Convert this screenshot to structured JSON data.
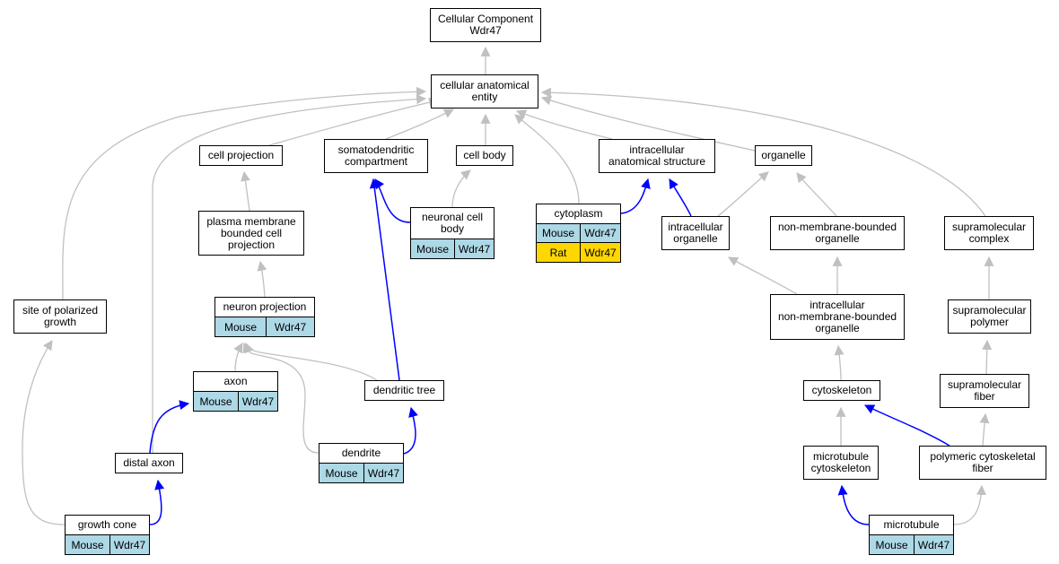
{
  "colors": {
    "gray_edge": "#c0c0c0",
    "blue_edge": "#0000ff",
    "mouse": "#add8e6",
    "rat": "#ffd700"
  },
  "nodes": {
    "root": "Cellular Component\nWdr47",
    "cae": "cellular anatomical\nentity",
    "cell_projection": "cell projection",
    "somatodendritic": "somatodendritic\ncompartment",
    "cell_body": "cell body",
    "ias": "intracellular\nanatomical structure",
    "organelle": "organelle",
    "neuronal_cell_body": "neuronal cell\nbody",
    "cytoplasm": "cytoplasm",
    "intracellular_organelle": "intracellular\norganelle",
    "nmbo": "non-membrane-bounded\norganelle",
    "supramolecular_complex": "supramolecular\ncomplex",
    "pmbcp": "plasma membrane\nbounded cell\nprojection",
    "neuron_projection": "neuron projection",
    "site_polarized": "site of polarized\ngrowth",
    "inmbo": "intracellular\nnon-membrane-bounded\norganelle",
    "supramolecular_polymer": "supramolecular\npolymer",
    "axon": "axon",
    "dendritic_tree": "dendritic tree",
    "cytoskeleton": "cytoskeleton",
    "supramolecular_fiber": "supramolecular\nfiber",
    "distal_axon": "distal axon",
    "dendrite": "dendrite",
    "microtubule_cytoskeleton": "microtubule\ncytoskeleton",
    "polymeric_cytoskeletal_fiber": "polymeric cytoskeletal\nfiber",
    "growth_cone": "growth cone",
    "microtubule": "microtubule"
  },
  "annotations": {
    "neuronal_cell_body": [
      {
        "species": "Mouse",
        "gene": "Wdr47"
      }
    ],
    "cytoplasm": [
      {
        "species": "Mouse",
        "gene": "Wdr47"
      },
      {
        "species": "Rat",
        "gene": "Wdr47"
      }
    ],
    "neuron_projection": [
      {
        "species": "Mouse",
        "gene": "Wdr47"
      }
    ],
    "axon": [
      {
        "species": "Mouse",
        "gene": "Wdr47"
      }
    ],
    "dendrite": [
      {
        "species": "Mouse",
        "gene": "Wdr47"
      }
    ],
    "growth_cone": [
      {
        "species": "Mouse",
        "gene": "Wdr47"
      }
    ],
    "microtubule": [
      {
        "species": "Mouse",
        "gene": "Wdr47"
      }
    ]
  },
  "edges": [
    {
      "from": "cae",
      "to": "root",
      "kind": "gray"
    },
    {
      "from": "cell_projection",
      "to": "cae",
      "kind": "gray"
    },
    {
      "from": "somatodendritic",
      "to": "cae",
      "kind": "gray"
    },
    {
      "from": "cell_body",
      "to": "cae",
      "kind": "gray"
    },
    {
      "from": "ias",
      "to": "cae",
      "kind": "gray"
    },
    {
      "from": "organelle",
      "to": "cae",
      "kind": "gray"
    },
    {
      "from": "supramolecular_complex",
      "to": "cae",
      "kind": "gray"
    },
    {
      "from": "site_polarized",
      "to": "cae",
      "kind": "gray"
    },
    {
      "from": "distal_axon",
      "to": "cae",
      "kind": "gray"
    },
    {
      "from": "cytoplasm",
      "to": "cae",
      "kind": "gray"
    },
    {
      "from": "neuronal_cell_body",
      "to": "somatodendritic",
      "kind": "blue"
    },
    {
      "from": "neuronal_cell_body",
      "to": "cell_body",
      "kind": "gray"
    },
    {
      "from": "cytoplasm",
      "to": "ias",
      "kind": "blue"
    },
    {
      "from": "intracellular_organelle",
      "to": "ias",
      "kind": "blue"
    },
    {
      "from": "intracellular_organelle",
      "to": "organelle",
      "kind": "gray"
    },
    {
      "from": "nmbo",
      "to": "organelle",
      "kind": "gray"
    },
    {
      "from": "pmbcp",
      "to": "cell_projection",
      "kind": "gray"
    },
    {
      "from": "neuron_projection",
      "to": "pmbcp",
      "kind": "gray"
    },
    {
      "from": "axon",
      "to": "neuron_projection",
      "kind": "gray"
    },
    {
      "from": "dendritic_tree",
      "to": "neuron_projection",
      "kind": "gray"
    },
    {
      "from": "dendrite",
      "to": "neuron_projection",
      "kind": "gray"
    },
    {
      "from": "dendritic_tree",
      "to": "somatodendritic",
      "kind": "blue"
    },
    {
      "from": "dendrite",
      "to": "dendritic_tree",
      "kind": "blue"
    },
    {
      "from": "distal_axon",
      "to": "axon",
      "kind": "blue"
    },
    {
      "from": "growth_cone",
      "to": "distal_axon",
      "kind": "blue"
    },
    {
      "from": "growth_cone",
      "to": "site_polarized",
      "kind": "gray"
    },
    {
      "from": "inmbo",
      "to": "intracellular_organelle",
      "kind": "gray"
    },
    {
      "from": "inmbo",
      "to": "nmbo",
      "kind": "gray"
    },
    {
      "from": "cytoskeleton",
      "to": "inmbo",
      "kind": "gray"
    },
    {
      "from": "supramolecular_polymer",
      "to": "supramolecular_complex",
      "kind": "gray"
    },
    {
      "from": "supramolecular_fiber",
      "to": "supramolecular_polymer",
      "kind": "gray"
    },
    {
      "from": "microtubule_cytoskeleton",
      "to": "cytoskeleton",
      "kind": "gray"
    },
    {
      "from": "polymeric_cytoskeletal_fiber",
      "to": "cytoskeleton",
      "kind": "blue"
    },
    {
      "from": "polymeric_cytoskeletal_fiber",
      "to": "supramolecular_fiber",
      "kind": "gray"
    },
    {
      "from": "microtubule",
      "to": "microtubule_cytoskeleton",
      "kind": "blue"
    },
    {
      "from": "microtubule",
      "to": "polymeric_cytoskeletal_fiber",
      "kind": "gray"
    }
  ]
}
